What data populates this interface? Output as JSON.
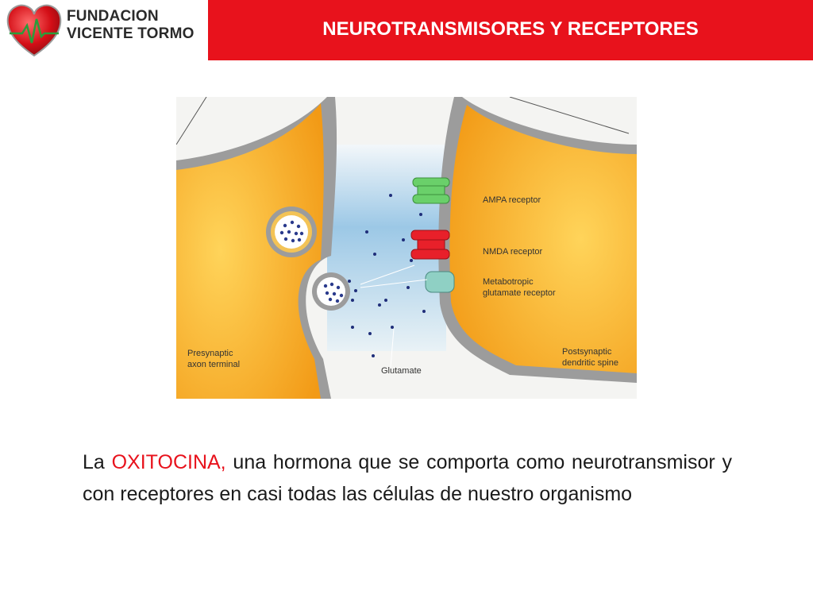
{
  "logo": {
    "line1": "FUNDACION",
    "line2": "VICENTE TORMO"
  },
  "header": {
    "title": "NEUROTRANSMISORES Y RECEPTORES"
  },
  "diagram": {
    "labels": {
      "ampa": "AMPA receptor",
      "nmda": "NMDA receptor",
      "metabotropic_1": "Metabotropic",
      "metabotropic_2": "glutamate receptor",
      "presynaptic_1": "Presynaptic",
      "presynaptic_2": "axon terminal",
      "glutamate": "Glutamate",
      "postsynaptic_1": "Postsynaptic",
      "postsynaptic_2": "dendritic spine"
    }
  },
  "paragraph": {
    "prefix": "La ",
    "highlight": "OXITOCINA,",
    "rest": " una hormona que se comporta como neurotransmisor y con receptores en casi todas las células de  nuestro organismo"
  },
  "colors": {
    "brand_red": "#e8121c",
    "cell_orange": "#f5a623",
    "membrane_gray": "#9c9c9c"
  }
}
